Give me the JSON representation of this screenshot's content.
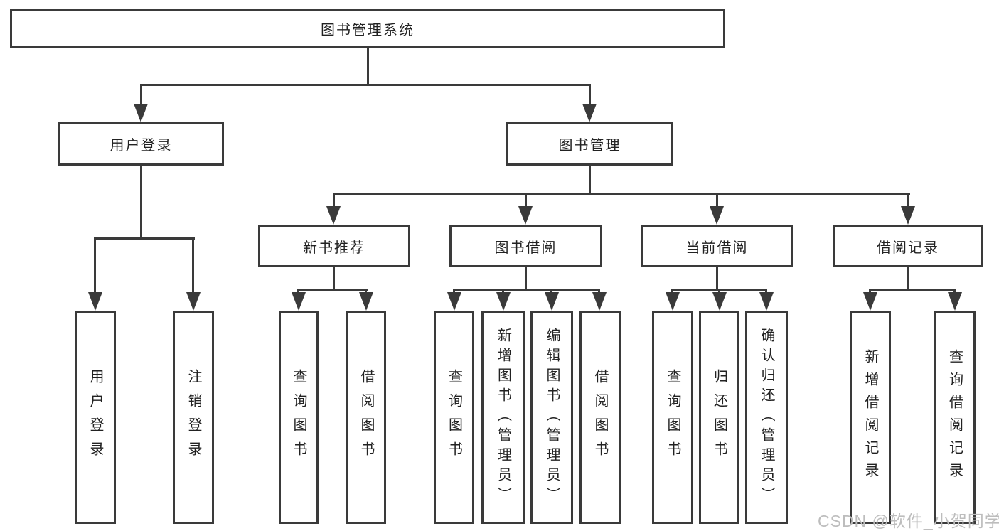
{
  "diagram": {
    "title": "图书管理系统",
    "root": {
      "label": "图书管理系统"
    },
    "level2": [
      {
        "label": "用户登录",
        "parent": "图书管理系统"
      },
      {
        "label": "图书管理",
        "parent": "图书管理系统"
      }
    ],
    "level3": [
      {
        "label": "新书推荐",
        "parent": "图书管理"
      },
      {
        "label": "图书借阅",
        "parent": "图书管理"
      },
      {
        "label": "当前借阅",
        "parent": "图书管理"
      },
      {
        "label": "借阅记录",
        "parent": "图书管理"
      }
    ],
    "leaves": [
      {
        "label": "用户登录",
        "parent": "用户登录"
      },
      {
        "label": "注销登录",
        "parent": "用户登录"
      },
      {
        "label": "查询图书",
        "parent": "新书推荐"
      },
      {
        "label": "借阅图书",
        "parent": "新书推荐"
      },
      {
        "label": "查询图书",
        "parent": "图书借阅"
      },
      {
        "label": "新增图书（管理员）",
        "parent": "图书借阅"
      },
      {
        "label": "编辑图书（管理员）",
        "parent": "图书借阅"
      },
      {
        "label": "借阅图书",
        "parent": "图书借阅"
      },
      {
        "label": "查询图书",
        "parent": "当前借阅"
      },
      {
        "label": "归还图书",
        "parent": "当前借阅"
      },
      {
        "label": "确认归还（管理员）",
        "parent": "当前借阅"
      },
      {
        "label": "新增借阅记录",
        "parent": "借阅记录"
      },
      {
        "label": "查询借阅记录",
        "parent": "借阅记录"
      }
    ]
  },
  "watermark": "CSDN @软件_小贺同学",
  "colors": {
    "line": "#3a3a3a",
    "text": "#222222",
    "background": "#ffffff",
    "watermark": "#bdbdbd"
  }
}
